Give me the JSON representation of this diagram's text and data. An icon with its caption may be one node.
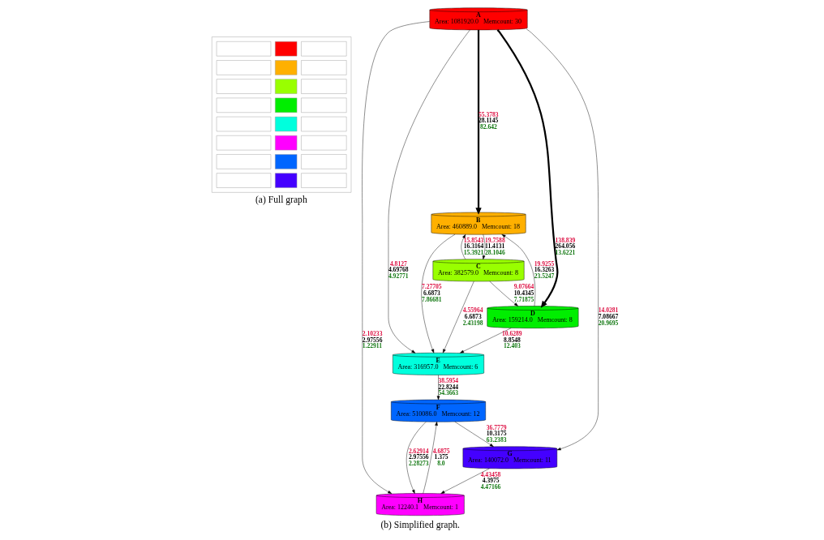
{
  "diagram": {
    "nodes": [
      {
        "text": [],
        "shape": "picture",
        "beside": [
          "(a) Full graph"
        ]
      },
      {
        "text": [
          "A",
          "Area: 1081920.0   Memcount: 30"
        ]
      },
      {
        "text": [
          "B",
          "Area: 460889.0   Memcount: 18"
        ]
      },
      {
        "text": [
          "C",
          "Area: 382579.0   Memcount: 8"
        ]
      },
      {
        "text": [
          "D",
          "Area: 159214.0   Memcount: 8"
        ]
      },
      {
        "text": [
          "E",
          "Area: 316957.0   Memcount: 6"
        ]
      },
      {
        "text": [
          "F",
          "Area: 510086.0   Memcount: 12"
        ]
      },
      {
        "text": [
          "G",
          "Area: 140072.0   Memcount: 11"
        ]
      },
      {
        "text": [
          "H",
          "Area: 12240.1   Memcount: 1"
        ]
      }
    ],
    "edges": [
      {
        "from": 1,
        "to": 2,
        "arrow": "to",
        "label": "55.3783 28.1145 82.642",
        "style": "thick"
      },
      {
        "from": 1,
        "to": 8,
        "arrow": "to",
        "label": "2.10233 2.97556 1.22911"
      },
      {
        "from": 1,
        "to": 5,
        "arrow": "to",
        "label": "4.8127 4.69768 4.92771"
      },
      {
        "from": 3,
        "to": 2,
        "arrow": "to",
        "label": "15.8543 16.3164 15.3921"
      },
      {
        "from": 2,
        "to": 3,
        "arrow": "to",
        "label": "19.7588 11.4131 28.1046"
      },
      {
        "from": 1,
        "to": 4,
        "arrow": "to",
        "label": "138.839 264.056 13.6221",
        "style": "thick"
      },
      {
        "from": 4,
        "to": 2,
        "arrow": "to",
        "label": "19.9255 16.3263 23.5247"
      },
      {
        "from": 1,
        "to": 7,
        "arrow": "to",
        "label": "14.0281 7.08667 20.9695"
      },
      {
        "from": 3,
        "to": 4,
        "arrow": "to",
        "label": "9.07664 10.4345 7.71875"
      },
      {
        "from": 2,
        "to": 5,
        "arrow": "to",
        "label": "7.27705 6.6873 7.86681"
      },
      {
        "from": 3,
        "to": 5,
        "arrow": "to",
        "label": "4.55964 6.6873 2.43198"
      },
      {
        "from": 4,
        "to": 5,
        "arrow": "to",
        "label": "10.6289 8.8548 12.403"
      },
      {
        "from": 5,
        "to": 6,
        "arrow": "to",
        "label": "38.5954 22.8244 54.3663"
      },
      {
        "from": 6,
        "to": 7,
        "arrow": "to",
        "label": "36.7779 10.3175 63.2383"
      },
      {
        "from": 6,
        "to": 8,
        "arrow": "to",
        "label": "2.62914 2.97556 2.28273"
      },
      {
        "from": 8,
        "to": 6,
        "arrow": "to",
        "label": "4.6875 1.375 8.0"
      },
      {
        "from": 7,
        "to": 8,
        "arrow": "to",
        "label": "4.43458 4.3975 4.47166"
      }
    ],
    "labels": [
      "(b) Simplified graph."
    ]
  }
}
